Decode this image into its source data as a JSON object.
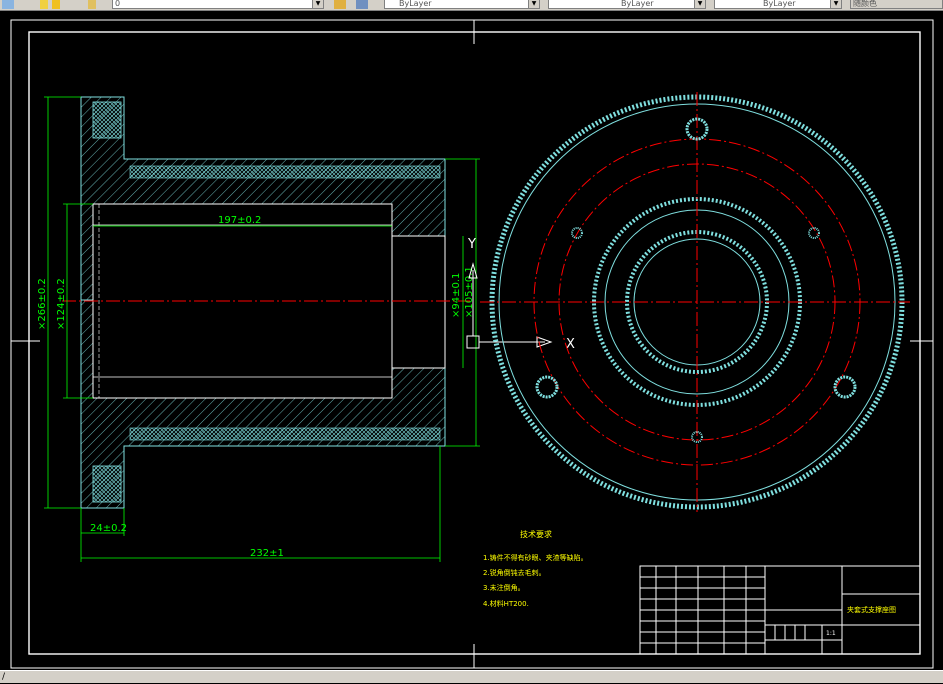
{
  "toolbar": {
    "layer_text": "0",
    "color_combo": "ByLayer",
    "linetype_combo": "ByLayer",
    "lineweight_combo": "ByLayer",
    "plotstyle_combo": "随颜色"
  },
  "drawing": {
    "dim_bore_length": "197±0.2",
    "dim_outer_dia": "×266±0.2",
    "dim_bore_dia": "×124±0.2",
    "dim_small_bore_1": "×94±0.1",
    "dim_small_bore_2": "×105±0.1",
    "dim_flange_thick": "24±0.2",
    "dim_total_length": "232±1",
    "ucs_x": "X",
    "ucs_y": "Y"
  },
  "notes": {
    "title": "技术要求",
    "items": [
      "1.铸件不得有砂眼、夹渣等缺陷。",
      "2.锐角倒钝去毛刺。",
      "3.未注倒角。",
      "4.材料HT200."
    ]
  },
  "title_block": {
    "part_name": "夹套式支撑座图",
    "scale_cell": "1:1"
  },
  "statusbar": {
    "command_text": "/"
  },
  "colors": {
    "background": "#000000",
    "border": "#ffffff",
    "hatch": "#7fdfdf",
    "centerline": "#ff0000",
    "dimension": "#00ff00",
    "note": "#ffff00"
  }
}
